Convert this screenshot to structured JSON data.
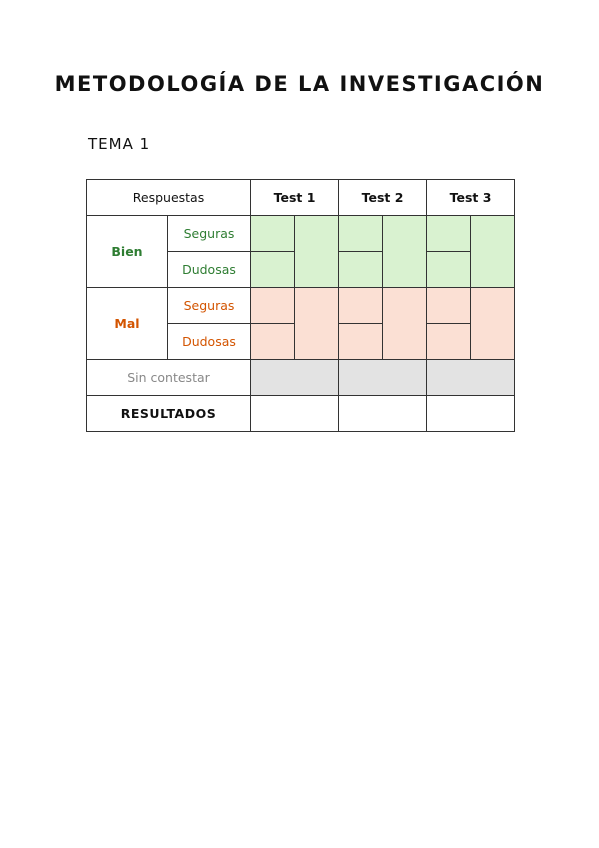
{
  "document": {
    "title": "METODOLOGÍA DE LA INVESTIGACIÓN",
    "subject": "TEMA 1"
  },
  "table": {
    "header_label": "Respuestas",
    "tests": [
      "Test 1",
      "Test 2",
      "Test 3"
    ],
    "groups": [
      {
        "label": "Bien",
        "color": "#2e7d32",
        "rows": [
          "Seguras",
          "Dudosas"
        ],
        "fill": "#d9f2d0"
      },
      {
        "label": "Mal",
        "color": "#d35400",
        "rows": [
          "Seguras",
          "Dudosas"
        ],
        "fill": "#fbe0d4"
      }
    ],
    "unanswered_label": "Sin contestar",
    "unanswered_fill": "#e3e3e3",
    "results_label": "RESULTADOS"
  }
}
